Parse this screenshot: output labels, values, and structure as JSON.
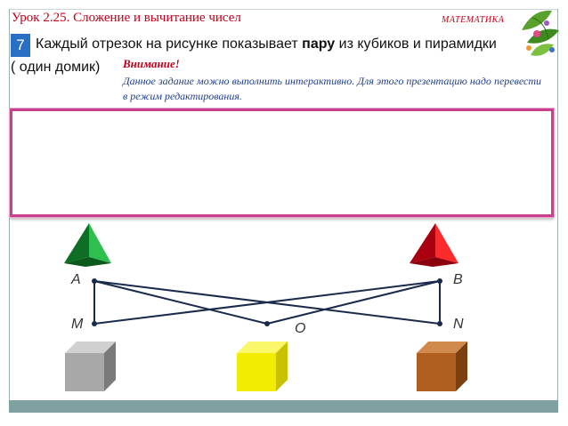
{
  "header": {
    "lesson_title": "Урок 2.25. Сложение и вычитание чисел",
    "subject": "МАТЕМАТИКА"
  },
  "task": {
    "number": "7",
    "text_before": "Каждый отрезок на рисунке показывает ",
    "text_bold": "пару",
    "text_after": " из кубиков и пирамидки",
    "text_line2": "( один домик)"
  },
  "notice": {
    "title": "Внимание!",
    "text": "Данное задание можно выполнить интерактивно. Для этого презентацию надо перевести в режим редактирования."
  },
  "points": {
    "a": "A",
    "b": "B",
    "m": "M",
    "n": "N",
    "o": "O"
  },
  "colors": {
    "title_red": "#c0001a",
    "note_blue": "#1f3f8f",
    "badge_blue": "#2a6fc4",
    "answer_border": "#cc3f8f",
    "footer": "#7fa1a1",
    "pyramid_green": "#1e9b3a",
    "pyramid_red": "#e0101a",
    "cube_gray": "#a8a8a8",
    "cube_yellow": "#f2ec00",
    "cube_brown": "#b05f1e"
  }
}
